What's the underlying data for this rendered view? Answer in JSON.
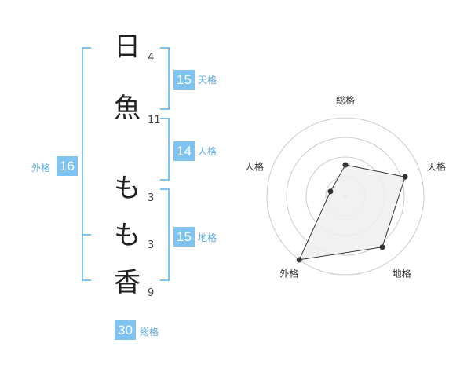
{
  "name": {
    "chars": [
      {
        "char": "日",
        "strokes": "4"
      },
      {
        "char": "魚",
        "strokes": "11"
      },
      {
        "char": "も",
        "strokes": "3"
      },
      {
        "char": "も",
        "strokes": "3"
      },
      {
        "char": "香",
        "strokes": "9"
      }
    ]
  },
  "kaku": {
    "tenkaku": {
      "value": "15",
      "label": "天格"
    },
    "jinkaku": {
      "value": "14",
      "label": "人格"
    },
    "chikaku": {
      "value": "15",
      "label": "地格"
    },
    "gaikaku": {
      "value": "16",
      "label": "外格"
    },
    "soukaku": {
      "value": "30",
      "label": "総格"
    }
  },
  "chart_data": {
    "type": "radar",
    "axes": [
      "総格",
      "天格",
      "地格",
      "外格",
      "人格"
    ],
    "values": [
      2,
      4,
      4,
      5,
      1
    ],
    "max": 5,
    "rings": 4,
    "colors": {
      "line": "#333333",
      "fill": "#eeeeee",
      "grid": "#cccccc",
      "accent": "#7fc3f0"
    }
  }
}
